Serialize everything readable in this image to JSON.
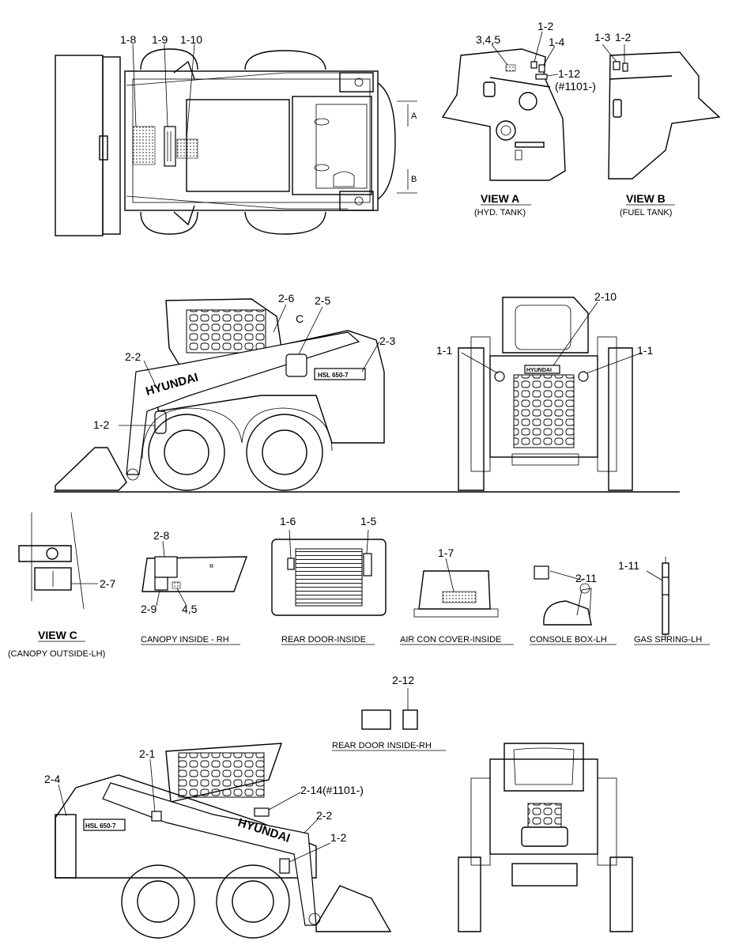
{
  "top_view": {
    "labels": [
      "1-8",
      "1-9",
      "1-10"
    ],
    "dim_a": "A",
    "dim_b": "B"
  },
  "view_a": {
    "labels": [
      "3,4,5",
      "1-2",
      "1-4",
      "1-12",
      "(#1101-)"
    ],
    "title": "VIEW A",
    "caption": "(HYD. TANK)"
  },
  "view_b": {
    "labels": [
      "1-3",
      "1-2"
    ],
    "title": "VIEW B",
    "caption": "(FUEL TANK)"
  },
  "side_lh": {
    "labels": [
      "2-6",
      "2-5",
      "C",
      "2-3",
      "2-2",
      "1-2"
    ],
    "brand": "HYUNDAI",
    "model": "HSL 650-7"
  },
  "rear_view": {
    "labels": [
      "2-10",
      "1-1",
      "1-1"
    ],
    "brand": "HYUNDAI"
  },
  "view_c": {
    "labels": [
      "2-7"
    ],
    "title": "VIEW C",
    "caption": "(CANOPY  OUTSIDE-LH)"
  },
  "canopy_inside_rh": {
    "labels": [
      "2-8",
      "2-9",
      "4,5"
    ],
    "caption": "CANOPY INSIDE - RH"
  },
  "rear_door_inside": {
    "labels": [
      "1-6",
      "1-5"
    ],
    "caption": "REAR DOOR-INSIDE"
  },
  "air_con_cover": {
    "labels": [
      "1-7"
    ],
    "caption": "AIR CON COVER-INSIDE"
  },
  "console_box": {
    "labels": [
      "2-11"
    ],
    "caption": "CONSOLE BOX-LH"
  },
  "gas_spring": {
    "labels": [
      "1-11"
    ],
    "caption": "GAS SPRING-LH"
  },
  "rear_door_inside_rh": {
    "labels": [
      "2-12"
    ],
    "caption": "REAR DOOR INSIDE-RH"
  },
  "side_rh": {
    "labels": [
      "2-1",
      "2-4",
      "2-14(#1101-)",
      "2-2",
      "1-2"
    ],
    "brand": "HYUNDAI",
    "model": "HSL 650-7"
  }
}
